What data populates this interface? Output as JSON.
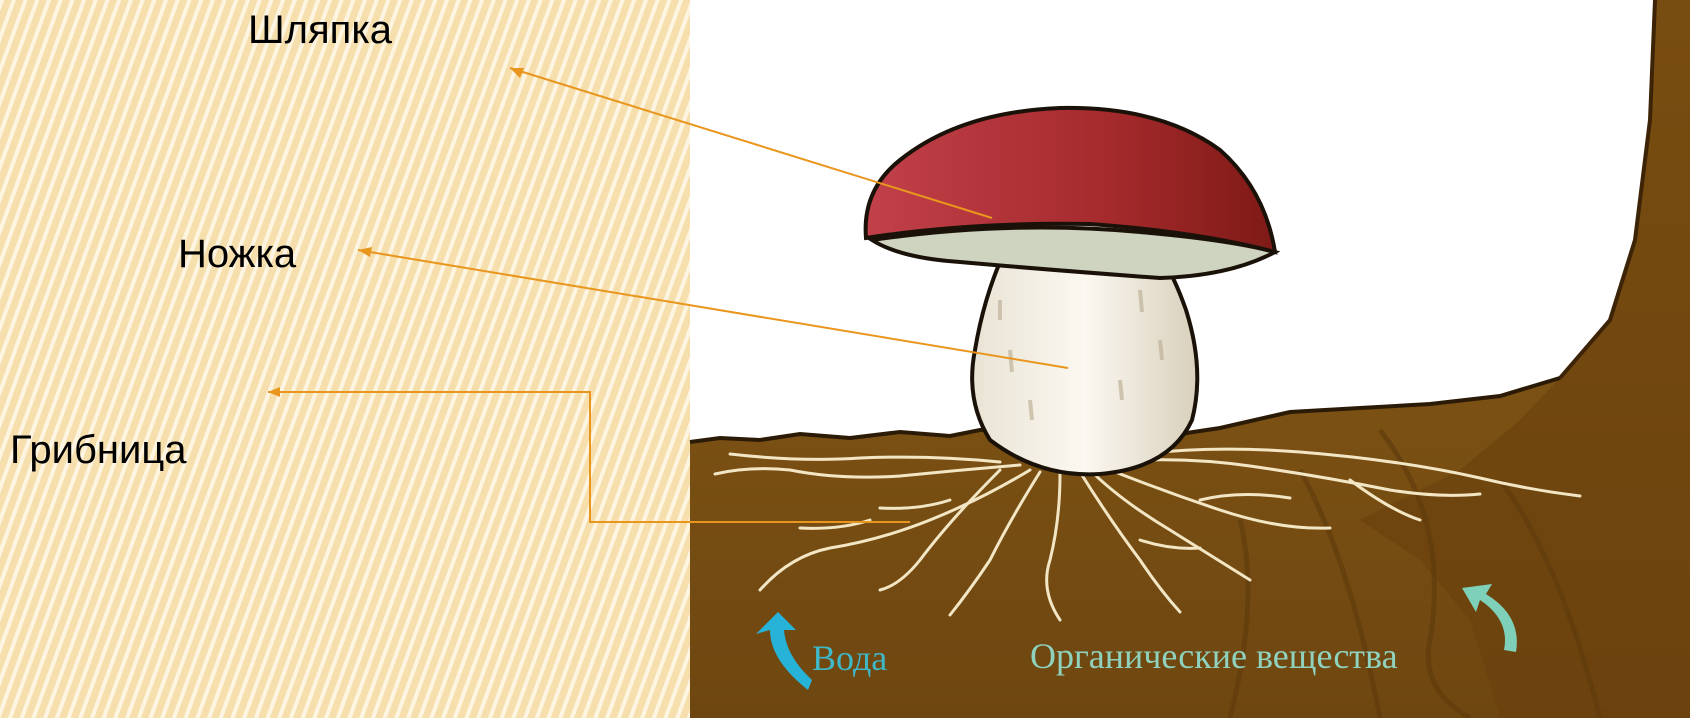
{
  "labels": {
    "cap": "Шляпка",
    "stem": "Ножка",
    "mycelium": "Грибница"
  },
  "illustration": {
    "water": "Вода",
    "organic": "Органические вещества"
  },
  "colors": {
    "panel": "#fbe9bf",
    "pointer": "#e8961e",
    "soil": "#8a5a17",
    "cap": "#b0302e",
    "arrow": "#27b3d8"
  }
}
